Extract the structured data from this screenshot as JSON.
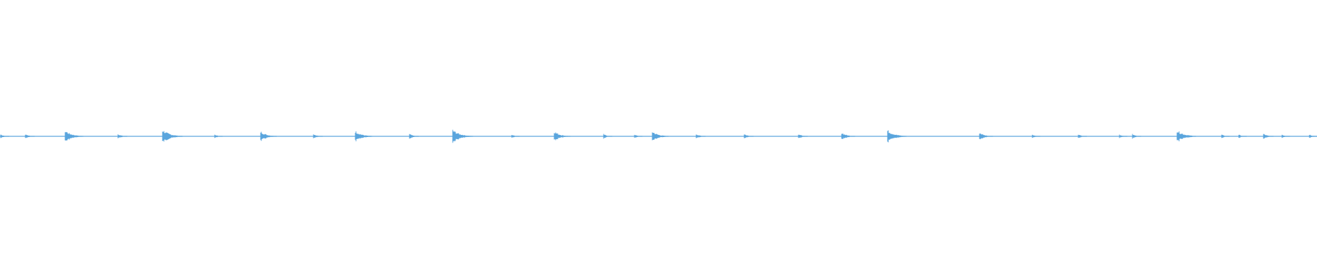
{
  "waveform": {
    "color": "#5aa5dd",
    "baseline_color": "#5aa5dd",
    "background": "#ffffff",
    "duration_fraction_visible": 1.0,
    "transients": [
      {
        "pos": 0.0,
        "amp": 0.06
      },
      {
        "pos": 0.019,
        "amp": 0.08
      },
      {
        "pos": 0.049,
        "amp": 0.26
      },
      {
        "pos": 0.089,
        "amp": 0.08
      },
      {
        "pos": 0.123,
        "amp": 0.3
      },
      {
        "pos": 0.163,
        "amp": 0.05
      },
      {
        "pos": 0.198,
        "amp": 0.22
      },
      {
        "pos": 0.238,
        "amp": 0.08
      },
      {
        "pos": 0.27,
        "amp": 0.24
      },
      {
        "pos": 0.311,
        "amp": 0.08
      },
      {
        "pos": 0.344,
        "amp": 0.3
      },
      {
        "pos": 0.389,
        "amp": 0.05
      },
      {
        "pos": 0.421,
        "amp": 0.22
      },
      {
        "pos": 0.459,
        "amp": 0.07
      },
      {
        "pos": 0.482,
        "amp": 0.05
      },
      {
        "pos": 0.496,
        "amp": 0.22
      },
      {
        "pos": 0.529,
        "amp": 0.08
      },
      {
        "pos": 0.566,
        "amp": 0.08
      },
      {
        "pos": 0.607,
        "amp": 0.08
      },
      {
        "pos": 0.64,
        "amp": 0.16
      },
      {
        "pos": 0.675,
        "amp": 0.28
      },
      {
        "pos": 0.745,
        "amp": 0.16
      },
      {
        "pos": 0.785,
        "amp": 0.05
      },
      {
        "pos": 0.82,
        "amp": 0.06
      },
      {
        "pos": 0.851,
        "amp": 0.05
      },
      {
        "pos": 0.861,
        "amp": 0.07
      },
      {
        "pos": 0.895,
        "amp": 0.28
      },
      {
        "pos": 0.929,
        "amp": 0.05
      },
      {
        "pos": 0.942,
        "amp": 0.05
      },
      {
        "pos": 0.961,
        "amp": 0.09
      },
      {
        "pos": 0.975,
        "amp": 0.05
      },
      {
        "pos": 0.996,
        "amp": 0.06
      }
    ]
  }
}
